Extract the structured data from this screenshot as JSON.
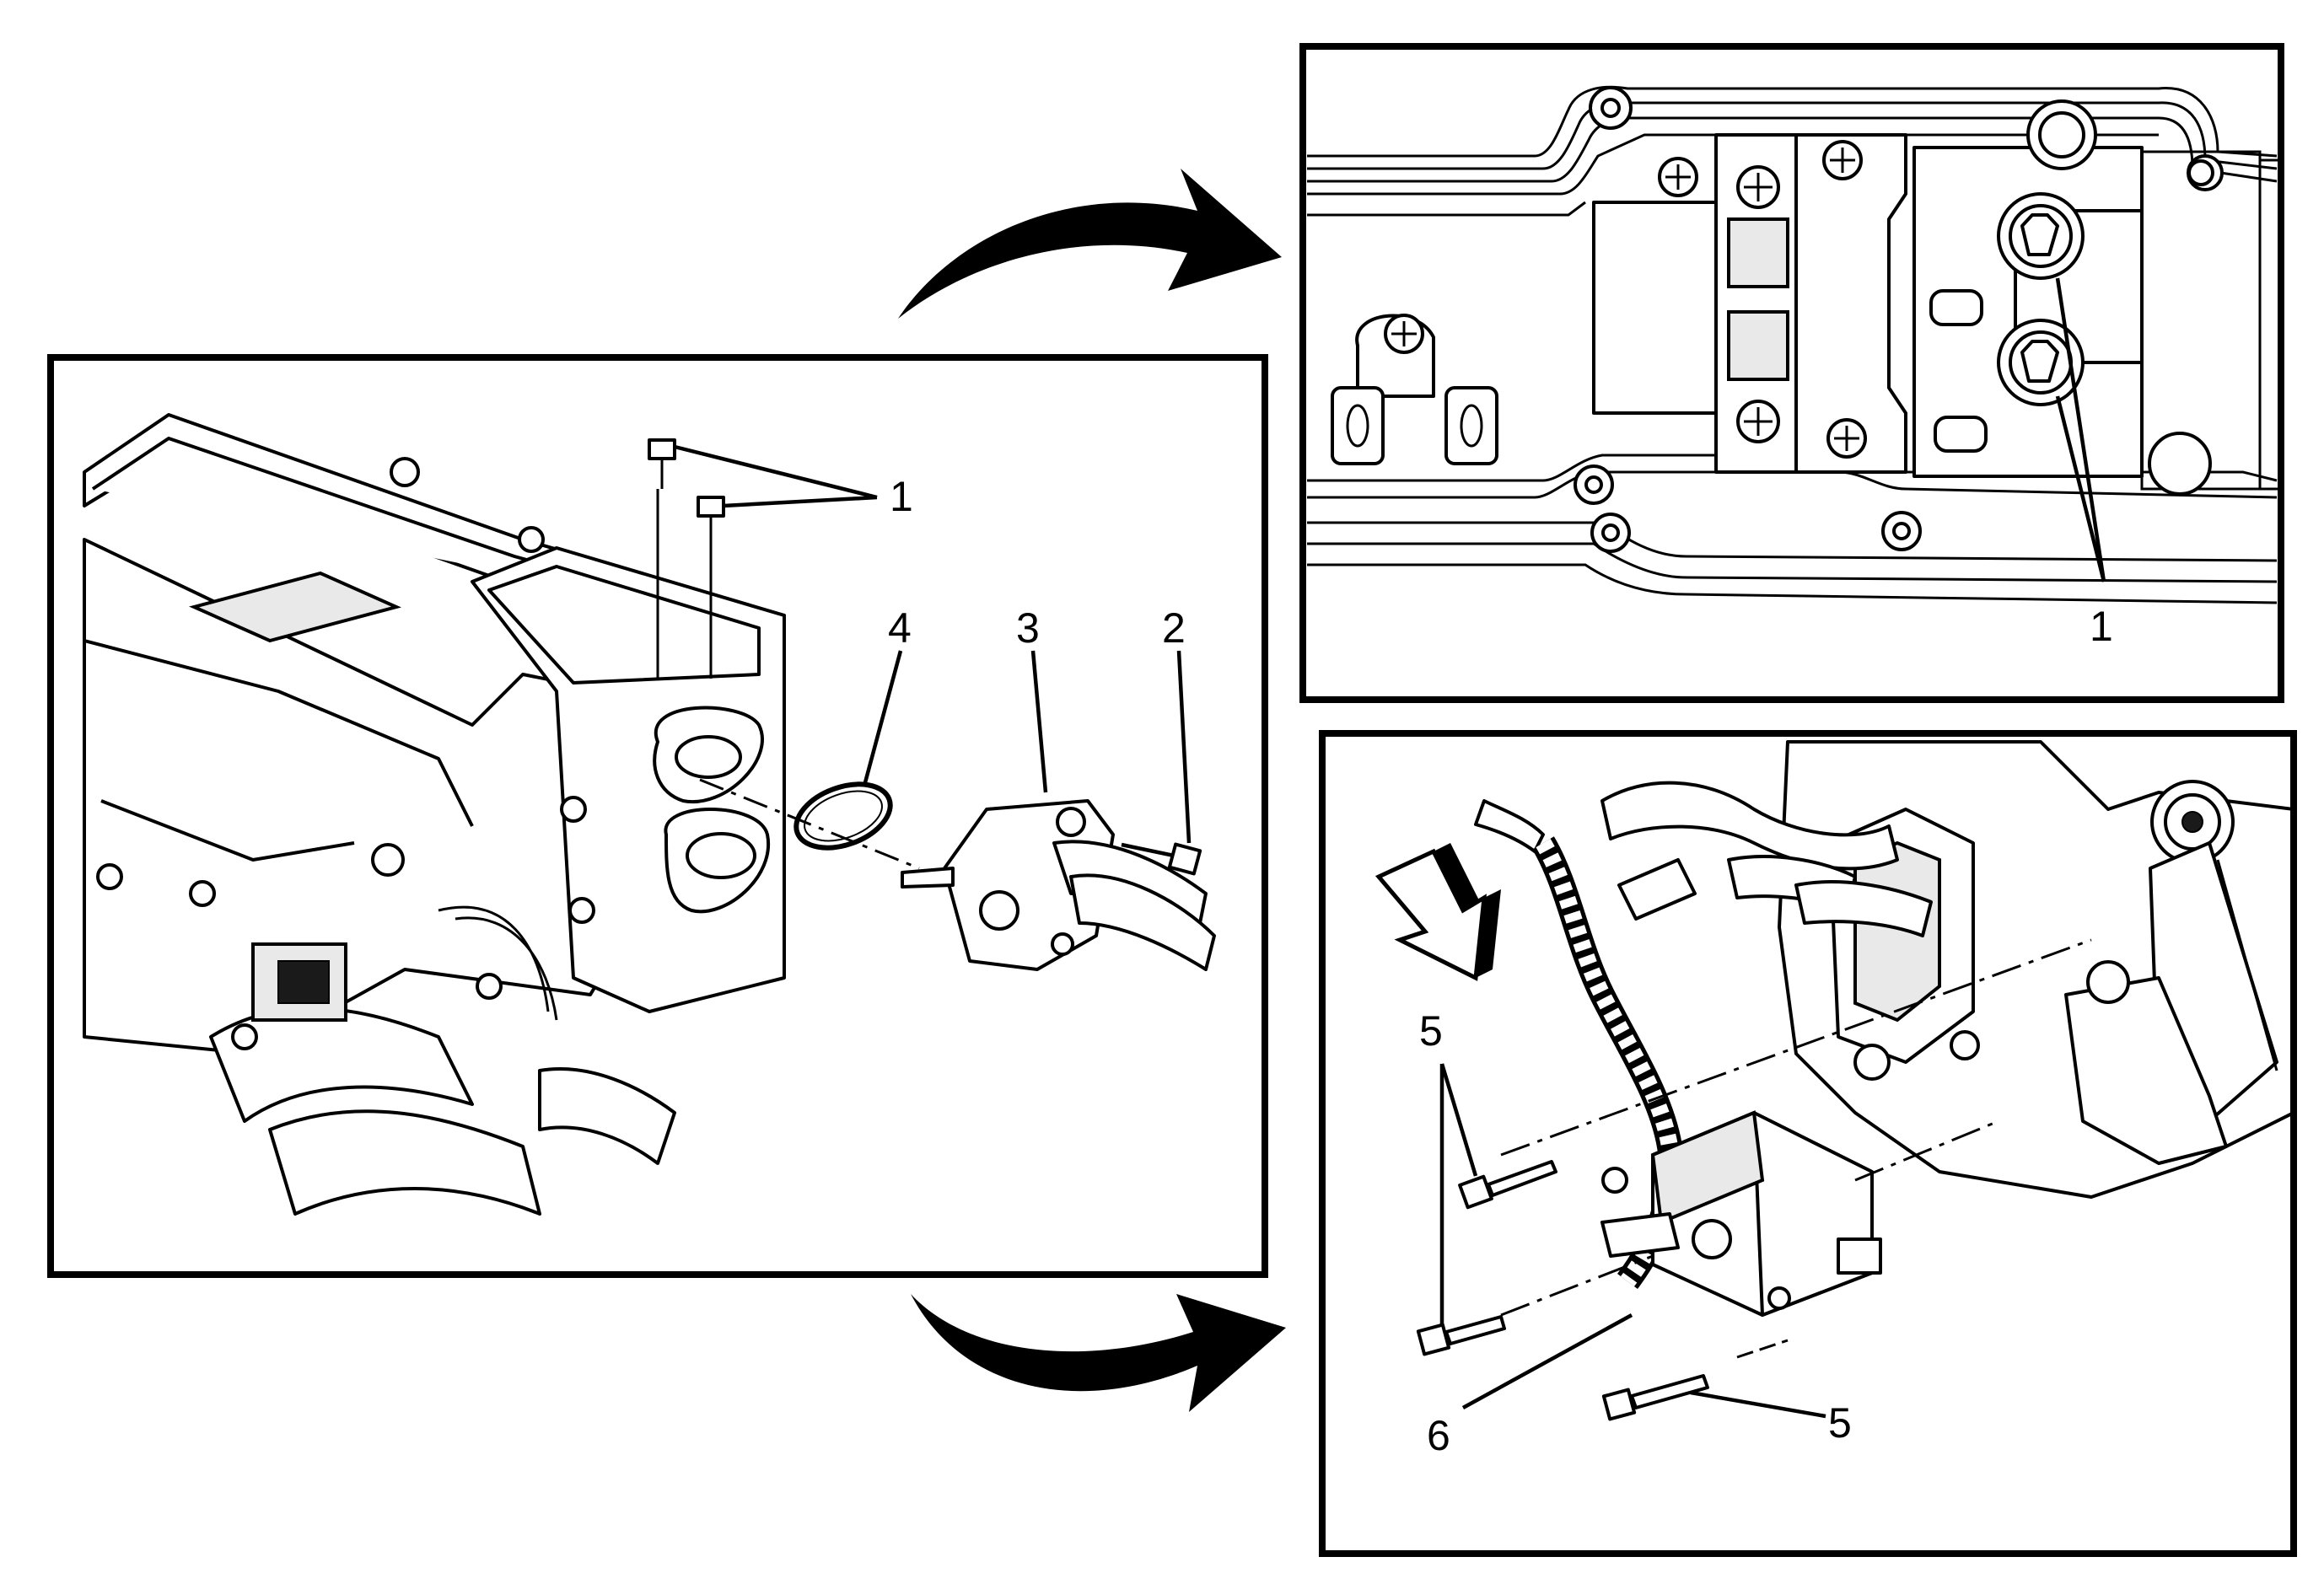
{
  "callouts": {
    "left_1": "1",
    "left_2": "2",
    "left_3": "3",
    "left_4": "4",
    "topright_1": "1",
    "bottomright_5a": "5",
    "bottomright_5b": "5",
    "bottomright_6": "6"
  },
  "icons": {
    "arrow_top": "curved-arrow-right",
    "arrow_bottom": "curved-arrow-right",
    "direction_arrow": "forward-direction-arrow"
  },
  "colors": {
    "ink": "#000000",
    "paper": "#ffffff",
    "shade": "#e9e9e9"
  }
}
